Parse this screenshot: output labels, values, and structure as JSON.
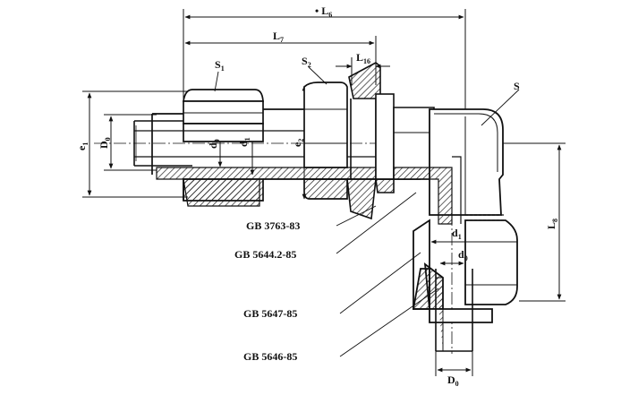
{
  "dimensions": {
    "L6": {
      "main": "L",
      "sub": "6",
      "prefix": "•"
    },
    "L7": {
      "main": "L",
      "sub": "7"
    },
    "L16": {
      "main": "L",
      "sub": "16"
    },
    "L8": {
      "main": "L",
      "sub": "8"
    },
    "S": {
      "main": "S"
    },
    "S1": {
      "main": "S",
      "sub": "1"
    },
    "S2": {
      "main": "S",
      "sub": "2"
    },
    "e1": {
      "main": "e",
      "sub": "1"
    },
    "e2": {
      "main": "e",
      "sub": "2"
    },
    "D0_left": {
      "main": "D",
      "sub": "0"
    },
    "D0_bottom": {
      "main": "D",
      "sub": "0"
    },
    "d0_left": {
      "main": "d",
      "sub": "0"
    },
    "d1_left": {
      "main": "d",
      "sub": "1"
    },
    "d1_right": {
      "main": "d",
      "sub": "1"
    },
    "d0_right": {
      "main": "d",
      "sub": "0"
    }
  },
  "standards": [
    "GB 3763-83",
    "GB 5644.2-85",
    "GB 5647-85",
    "GB 5646-85"
  ]
}
